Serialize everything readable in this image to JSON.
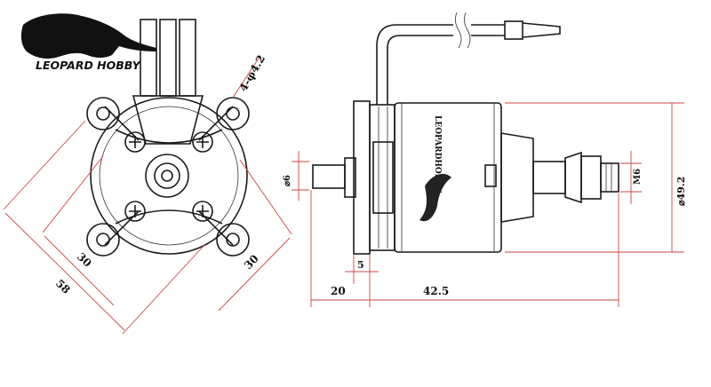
{
  "brand": {
    "name": "LEOPARD HOBBY",
    "body_label": "LEOPARDHOBBY"
  },
  "dimensions": {
    "mount_hole": "4-φ4.2",
    "mount_span_left": "30",
    "mount_span_right": "30",
    "mount_outer": "58",
    "shaft_dia": "⌀6",
    "prop_thread": "M6",
    "body_dia": "⌀49.2",
    "flange_thickness": "5",
    "shaft_length": "20",
    "body_length": "42.5"
  },
  "colors": {
    "line": "#1a1a1a",
    "dimension_line": "#c44444",
    "dimension_text": "#111111"
  },
  "icons": {
    "logo": "leopard-head-icon"
  }
}
